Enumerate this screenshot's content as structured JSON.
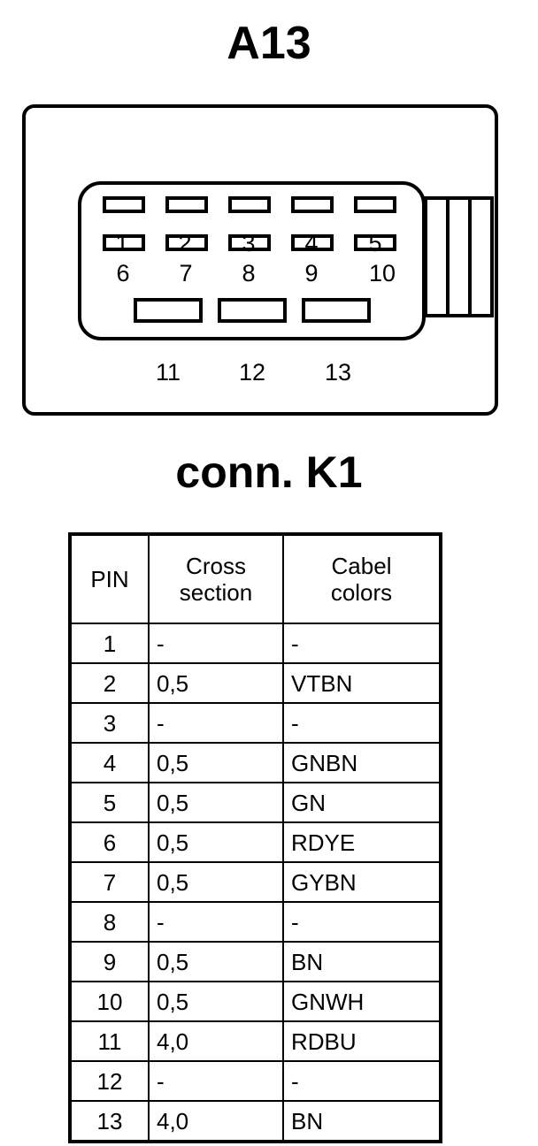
{
  "title": "A13",
  "subtitle": "conn. K1",
  "connector": {
    "name": "A13",
    "top_pin_labels": [
      "1",
      "2",
      "3",
      "4",
      "5"
    ],
    "middle_pin_labels": [
      "6",
      "7",
      "8",
      "9",
      "10"
    ],
    "bottom_pin_labels": [
      "11",
      "12",
      "13"
    ],
    "top_slot_count": 5,
    "middle_slot_count": 5,
    "bottom_slot_count": 3,
    "tab_segment_count": 3,
    "line_color": "#000000",
    "fill_color": "#ffffff"
  },
  "table": {
    "headers": {
      "pin": "PIN",
      "cross_section_line1": "Cross",
      "cross_section_line2": "section",
      "cabel_colors_line1": "Cabel",
      "cabel_colors_line2": "colors"
    },
    "rows": [
      {
        "pin": "1",
        "cross_section": "-",
        "cabel_color": "-"
      },
      {
        "pin": "2",
        "cross_section": "0,5",
        "cabel_color": "VTBN"
      },
      {
        "pin": "3",
        "cross_section": "-",
        "cabel_color": "-"
      },
      {
        "pin": "4",
        "cross_section": "0,5",
        "cabel_color": "GNBN"
      },
      {
        "pin": "5",
        "cross_section": "0,5",
        "cabel_color": "GN"
      },
      {
        "pin": "6",
        "cross_section": "0,5",
        "cabel_color": "RDYE"
      },
      {
        "pin": "7",
        "cross_section": "0,5",
        "cabel_color": "GYBN"
      },
      {
        "pin": "8",
        "cross_section": "-",
        "cabel_color": "-"
      },
      {
        "pin": "9",
        "cross_section": "0,5",
        "cabel_color": "BN"
      },
      {
        "pin": "10",
        "cross_section": "0,5",
        "cabel_color": "GNWH"
      },
      {
        "pin": "11",
        "cross_section": "4,0",
        "cabel_color": "RDBU"
      },
      {
        "pin": "12",
        "cross_section": "-",
        "cabel_color": "-"
      },
      {
        "pin": "13",
        "cross_section": "4,0",
        "cabel_color": "BN"
      }
    ]
  }
}
